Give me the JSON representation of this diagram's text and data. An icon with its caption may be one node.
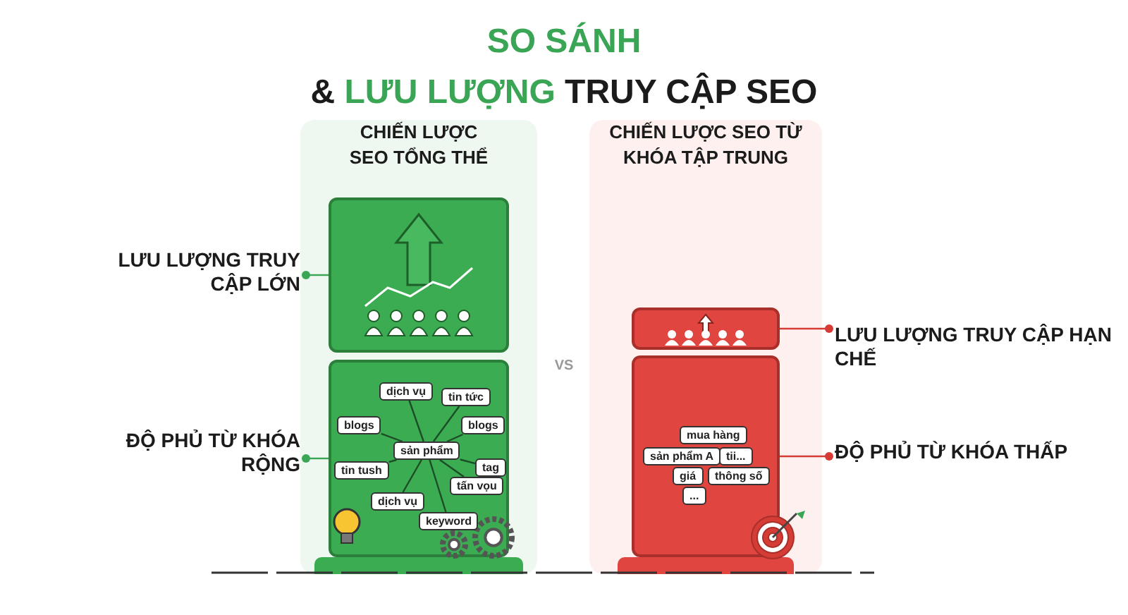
{
  "diagram": {
    "title": "**SO SÁNH** & **LƯU LƯỢNG** TRUY CẬP SEO",
    "nodes": [
      {
        "text": [
          "CHIẾN LƯỢC SEO TỔNG THỂ"
        ]
      },
      {
        "text": [],
        "shape": "picture",
        "in": 0
      },
      {
        "text": [],
        "shape": "box",
        "in": 0
      },
      {
        "text": [
          "dịch vụ"
        ],
        "in": 2
      },
      {
        "text": [
          "tin tức"
        ],
        "in": 2
      },
      {
        "text": [
          "blogs"
        ],
        "in": 2
      },
      {
        "text": [
          "blogs"
        ],
        "in": 2
      },
      {
        "text": [
          "sản phẩm"
        ],
        "in": 2
      },
      {
        "text": [
          "tag"
        ],
        "in": 2
      },
      {
        "text": [
          "tin tush"
        ],
        "in": 2
      },
      {
        "text": [
          "tấn vọu"
        ],
        "in": 2
      },
      {
        "text": [
          "dịch vụ"
        ],
        "in": 2
      },
      {
        "text": [
          "keyword"
        ],
        "in": 2
      },
      {
        "text": [
          "CHIẾN LƯỢC SEO TỪ KHÓA TẬP TRUNG"
        ]
      },
      {
        "text": [],
        "shape": "picture",
        "in": 13
      },
      {
        "text": [],
        "shape": "box",
        "in": 13
      },
      {
        "text": [
          "mua hàng"
        ],
        "in": 15
      },
      {
        "text": [
          "sản phẩm A"
        ],
        "in": 15
      },
      {
        "text": [
          "tii..."
        ],
        "in": 15
      },
      {
        "text": [
          "giá"
        ],
        "in": 15
      },
      {
        "text": [
          "thông số"
        ],
        "in": 15
      },
      {
        "text": [
          "..."
        ],
        "in": 15
      },
      {
        "text": [
          "LƯU LƯỢNG TRUY CẬP LỚN"
        ]
      },
      {
        "text": [
          "ĐỘ PHỦ TỪ KHÓA RỘNG"
        ]
      },
      {
        "text": [
          "LƯU LƯỢNG TRUY CẬP HẠN CHẾ"
        ]
      },
      {
        "text": [
          "ĐỘ PHỦ TỪ KHÓA THẤP"
        ]
      }
    ],
    "edges": [
      {
        "from": 22,
        "to": 1,
        "arrow": "other",
        "color": "#3aa655"
      },
      {
        "from": 23,
        "to": 2,
        "arrow": "other",
        "color": "#3aa655"
      },
      {
        "from": 24,
        "to": 14,
        "arrow": "other",
        "color": "#d63c36"
      },
      {
        "from": 25,
        "to": 15,
        "arrow": "other",
        "color": "#d63c36"
      },
      {
        "from": 7,
        "to": 3,
        "arrow": "none"
      },
      {
        "from": 7,
        "to": 4,
        "arrow": "none"
      },
      {
        "from": 7,
        "to": 5,
        "arrow": "none"
      },
      {
        "from": 7,
        "to": 6,
        "arrow": "none"
      },
      {
        "from": 7,
        "to": 8,
        "arrow": "none"
      },
      {
        "from": 7,
        "to": 9,
        "arrow": "none"
      },
      {
        "from": 7,
        "to": 10,
        "arrow": "none"
      },
      {
        "from": 7,
        "to": 11,
        "arrow": "none"
      },
      {
        "from": 7,
        "to": 12,
        "arrow": "none"
      }
    ],
    "labels": [
      "VS"
    ]
  }
}
